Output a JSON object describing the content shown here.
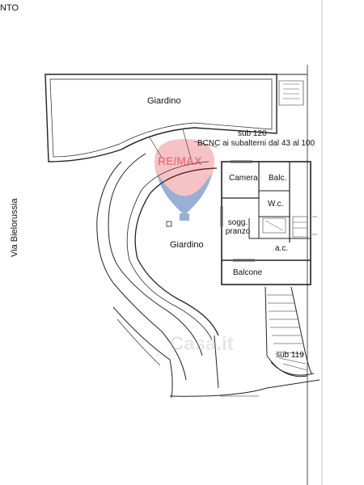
{
  "header": {
    "fragment": "NTO"
  },
  "street": {
    "name": "Via Bielorussia"
  },
  "rooms": {
    "garden_top": "Giardino",
    "garden_main": "Giardino",
    "bedroom": "Camera",
    "balcony_small": "Balc.",
    "wc": "W.c.",
    "living_line1": "sogg.",
    "living_line2": "pranzo",
    "ac": "a.c.",
    "balcony": "Balcone"
  },
  "notes": {
    "sub120": "sub 120",
    "bcnc": "BCNC ai subalterni dal 43 al 100",
    "sub119": "sub 119"
  },
  "watermark": {
    "brand": "RE/MAX",
    "brand_color": "#d8232a",
    "balloon_color": "#1f4fa2",
    "portal": "Casa.it"
  }
}
